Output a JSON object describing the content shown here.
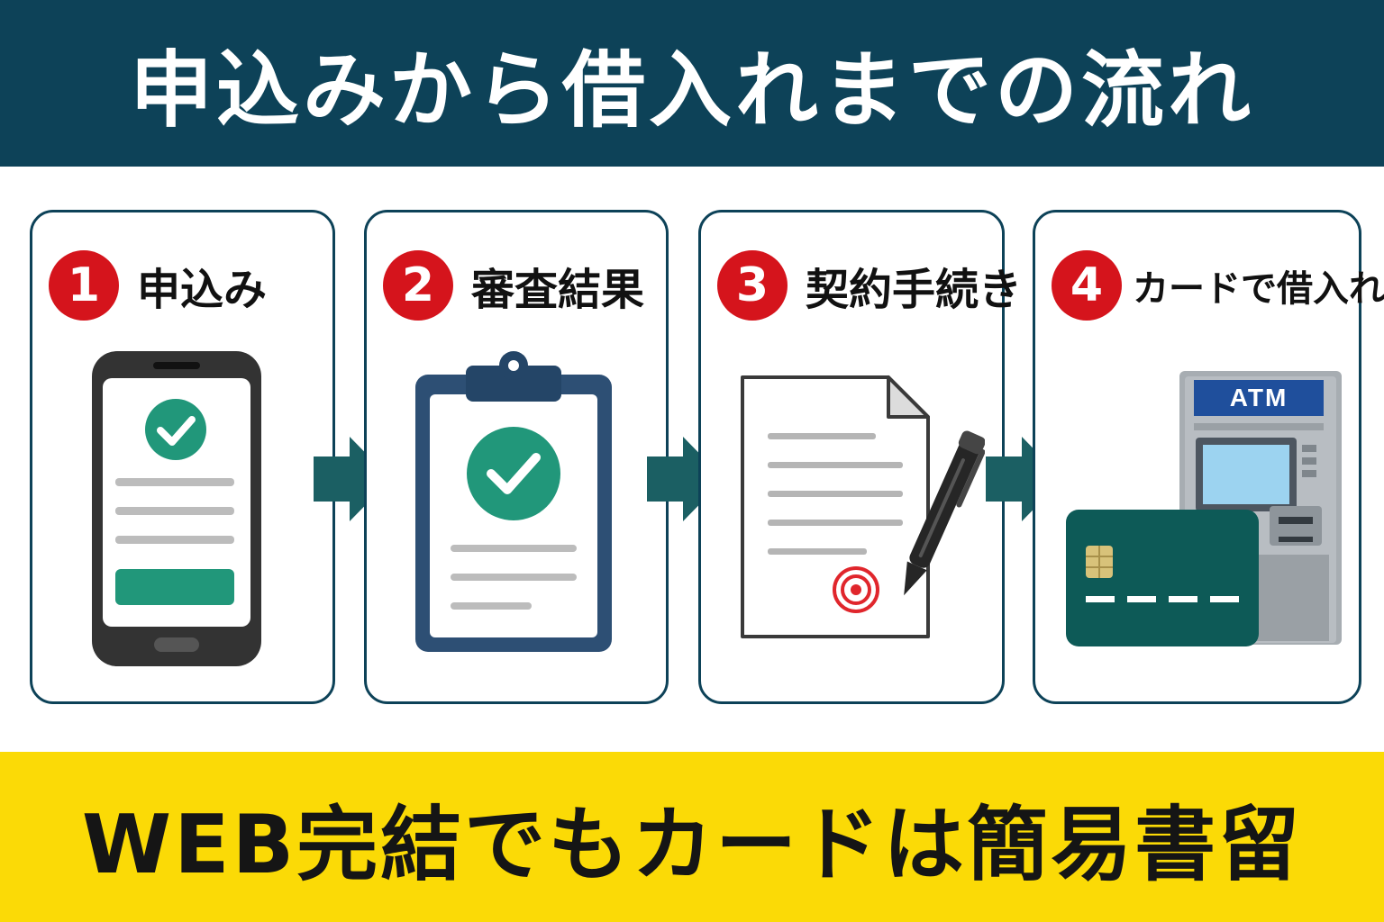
{
  "header": {
    "title": "申込みから借入れまでの流れ"
  },
  "steps": [
    {
      "number": "1",
      "title": "申込み",
      "icon": "smartphone-check-icon"
    },
    {
      "number": "2",
      "title": "審査結果",
      "icon": "clipboard-check-icon"
    },
    {
      "number": "3",
      "title": "契約手続き",
      "icon": "contract-pen-icon"
    },
    {
      "number": "4",
      "title": "カードで借入れ",
      "icon": "card-atm-icon"
    }
  ],
  "atm": {
    "label": "ATM"
  },
  "footer": {
    "message": "WEB完結でもカードは簡易書留"
  },
  "colors": {
    "navy": "#0d4258",
    "teal": "#1b5f63",
    "green": "#21977a",
    "red_badge": "#d5141c",
    "yellow": "#fbda06",
    "card_green": "#0d5a57",
    "atm_blue": "#1f4f9c"
  }
}
